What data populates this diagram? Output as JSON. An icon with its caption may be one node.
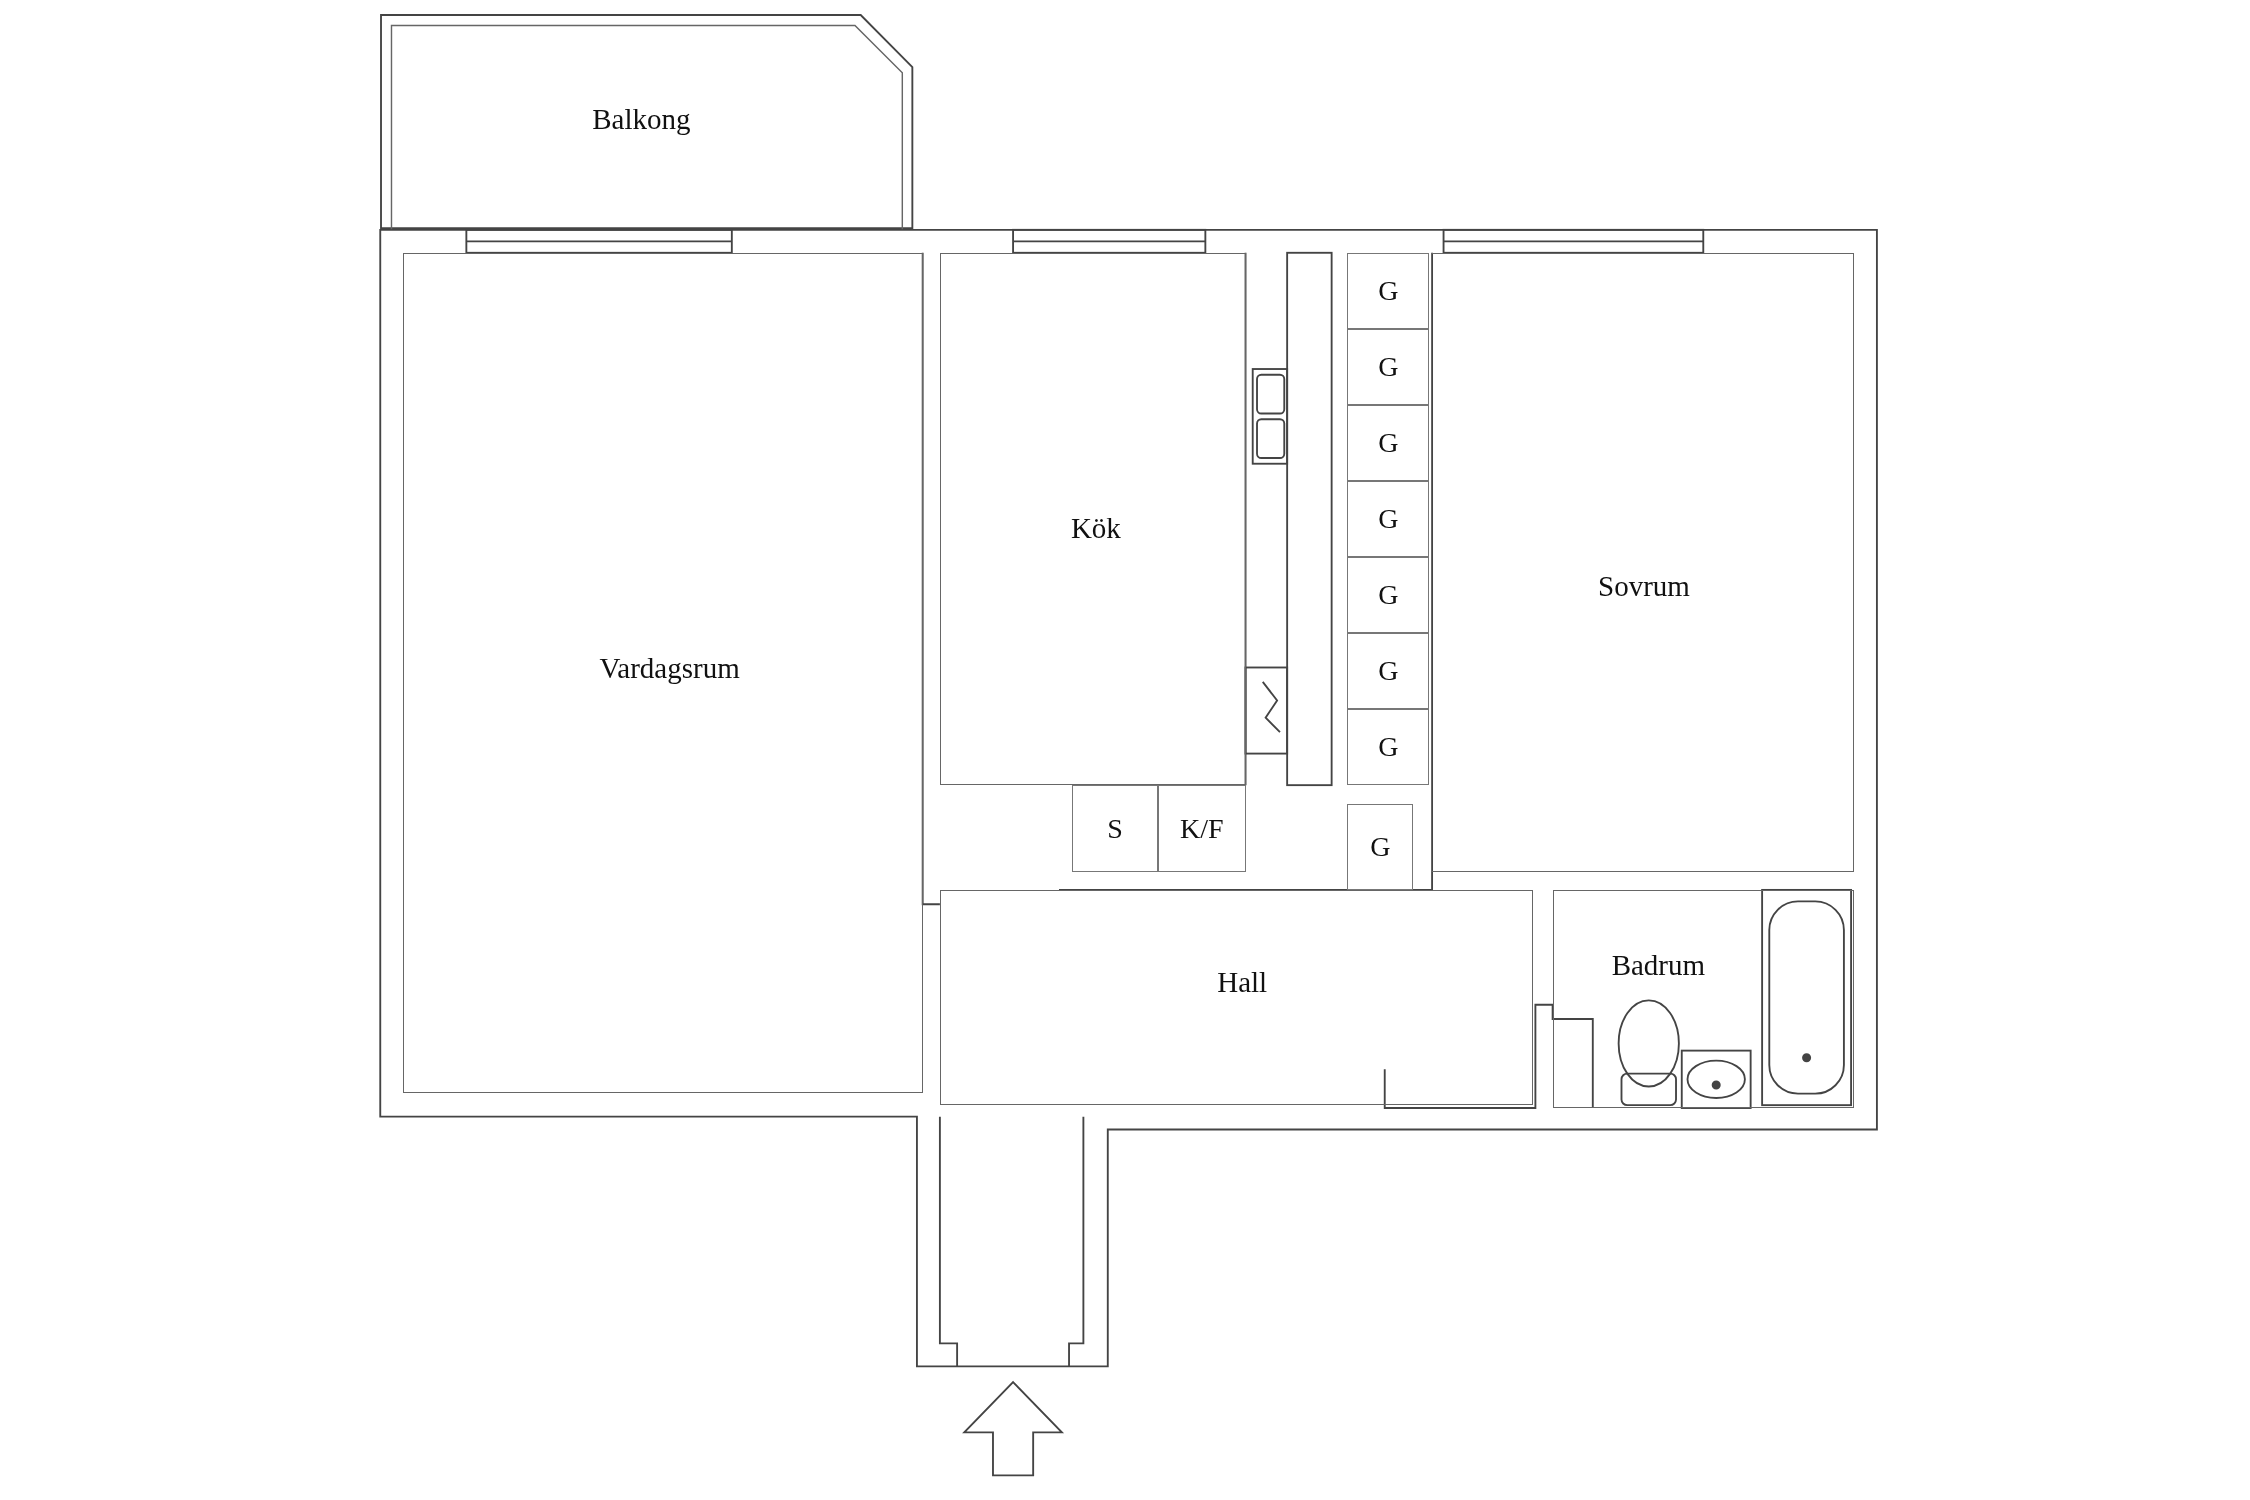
{
  "diagram": {
    "nodes": [
      {
        "text": [
          "Balkong"
        ]
      },
      {
        "text": [
          "Vardagsrum"
        ]
      },
      {
        "text": [
          "Kök"
        ]
      },
      {
        "text": [
          "G"
        ]
      },
      {
        "text": [
          "G"
        ]
      },
      {
        "text": [
          "G"
        ]
      },
      {
        "text": [
          "G"
        ]
      },
      {
        "text": [
          "G"
        ]
      },
      {
        "text": [
          "G"
        ]
      },
      {
        "text": [
          "G"
        ]
      },
      {
        "text": [
          "Sovrum"
        ]
      },
      {
        "text": [
          "S"
        ]
      },
      {
        "text": [
          "K/F"
        ]
      },
      {
        "text": [
          "G"
        ]
      },
      {
        "text": [
          "Hall"
        ]
      },
      {
        "text": [
          "Badrum"
        ]
      }
    ]
  }
}
